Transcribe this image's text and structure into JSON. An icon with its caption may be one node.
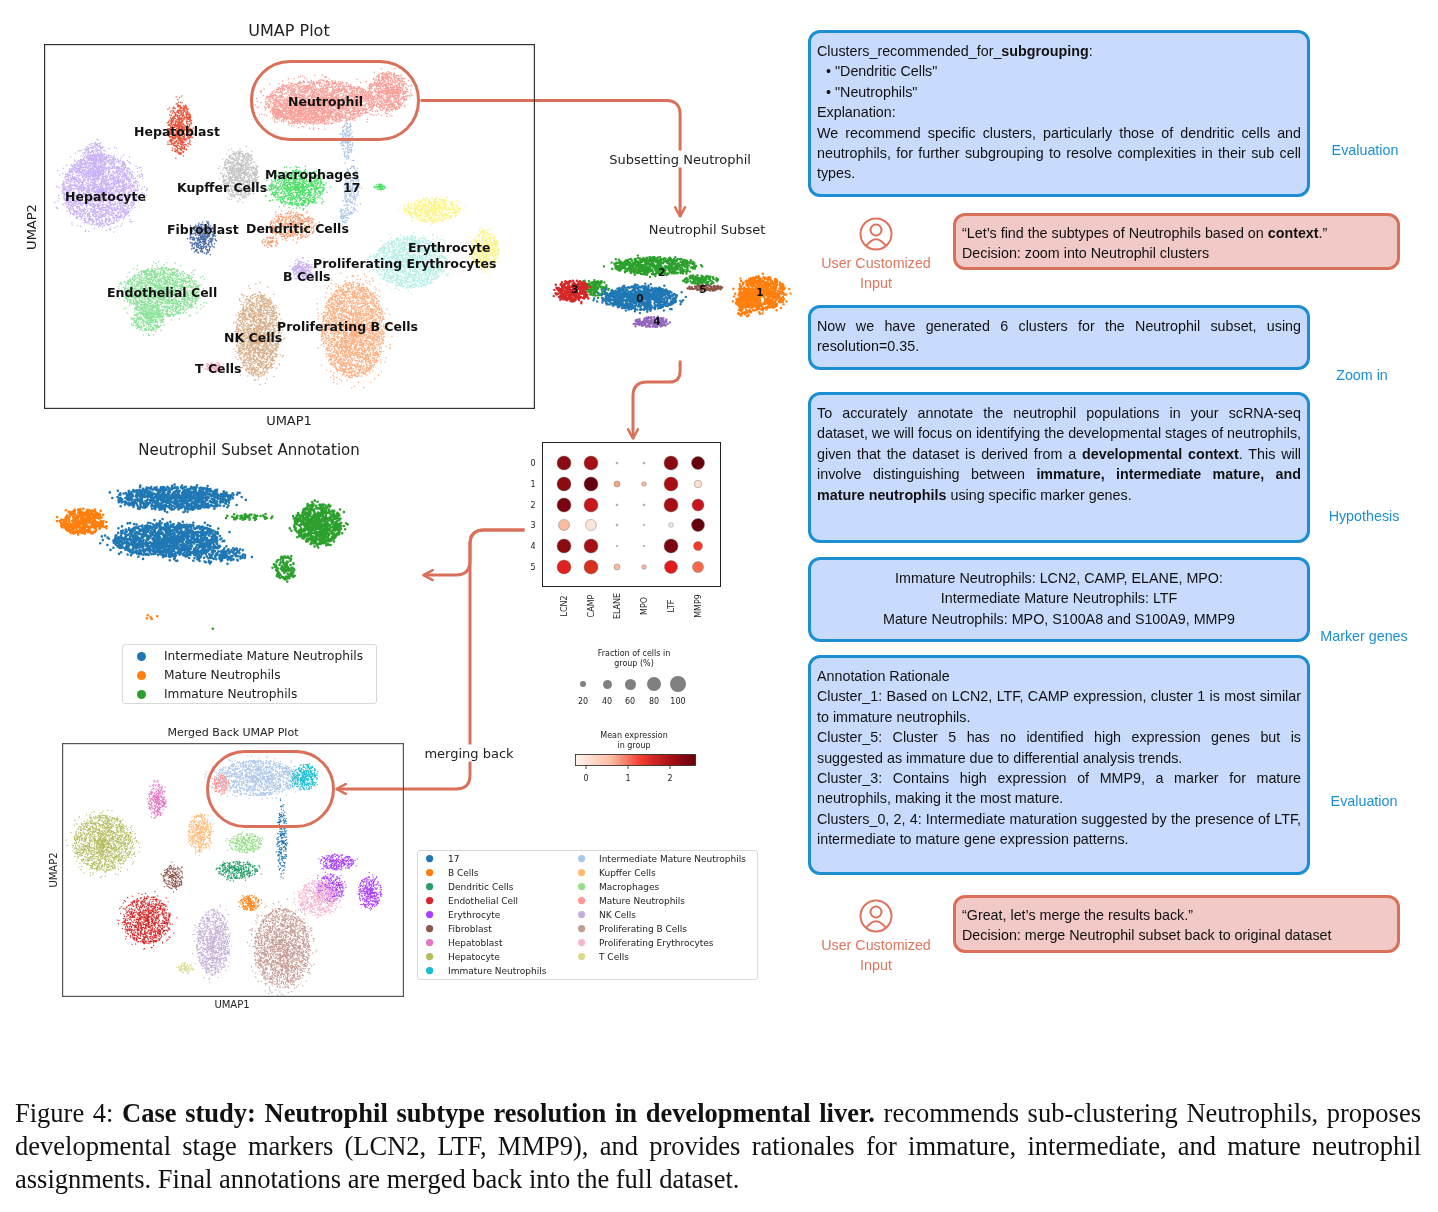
{
  "diagram": {
    "caption": "Figure 4: **Case study: Neutrophil subtype resolution in developmental liver.** recommends sub-clustering Neutrophils, proposes developmental stage markers (LCN2, LTF, MMP9), and provides rationales for immature, intermediate, and mature neutrophil assignments. Final annotations are merged back into the full dataset.",
    "nodes": [
      {
        "text": [
          "UMAP Plot"
        ]
      },
      {
        "text": [
          "Neutrophil"
        ],
        "in": 0
      },
      {
        "text": [
          "Neutrophil Subset"
        ]
      },
      {
        "text": [],
        "shape": "picture"
      },
      {
        "text": [
          "Neutrophil Subset Annotation"
        ]
      },
      {
        "text": [
          "Merged Back UMAP Plot"
        ]
      },
      {
        "text": [],
        "shape": "box",
        "in": 5
      },
      {
        "text": [
          "Clusters_recommended_for_**subgrouping**:",
          "• \"Dendritic Cells\"",
          "• \"Neutrophils\"",
          "Explanation:",
          "We recommend specific clusters, particularly those of dendritic cells and neutrophils, for further subgrouping to resolve complexities in their sub cell types."
        ],
        "beside": [
          "Evaluation"
        ]
      },
      {
        "text": [
          "“Let’s find the subtypes of Neutrophils based on **context**.”",
          "Decision: zoom into Neutrophil clusters"
        ],
        "beside": [
          "User Customized Input"
        ]
      },
      {
        "text": [
          "Now we have generated 6 clusters for the Neutrophil subset, using resolution=0.35."
        ],
        "beside": [
          "Zoom in"
        ]
      },
      {
        "text": [
          "To accurately annotate the neutrophil populations in your scRNA-seq dataset, we will focus on identifying the developmental stages of neutrophils, given that the dataset is derived from a **developmental context**. This will involve distinguishing between **immature, intermediate mature, and mature neutrophils** using specific marker genes."
        ],
        "beside": [
          "Hypothesis"
        ]
      },
      {
        "text": [
          "Immature Neutrophils: LCN2, CAMP, ELANE, MPO:",
          "Intermediate Mature Neutrophils: LTF",
          "Mature Neutrophils: MPO, S100A8 and S100A9, MMP9"
        ],
        "beside": [
          "Marker genes"
        ]
      },
      {
        "text": [
          "Annotation Rationale",
          "Cluster_1: Based on LCN2, LTF, CAMP expression, cluster 1 is most similar to immature neutrophils.",
          "Cluster_5: Cluster 5 has no identified high expression genes but is suggested as immature due to differential analysis trends.",
          "Cluster_3: Contains high expression of MMP9, a marker for mature neutrophils, making it the most mature.",
          "Clusters_0, 2, 4: Intermediate maturation suggested by the presence of LTF, intermediate to mature gene expression patterns."
        ],
        "beside": [
          "Evaluation"
        ]
      },
      {
        "text": [
          "“Great, let’s merge the results back.”",
          "Decision: merge Neutrophil subset back to original dataset"
        ],
        "beside": [
          "User Customized Input"
        ]
      }
    ],
    "edges": [
      {
        "from": 1,
        "to": 2,
        "arrow": "to",
        "label": "Subsetting Neutrophil"
      },
      {
        "from": 2,
        "to": 3,
        "arrow": "to"
      },
      {
        "from": 3,
        "to": 4,
        "arrow": "to"
      },
      {
        "from": 3,
        "to": 6,
        "arrow": "to",
        "label": "merging back"
      }
    ],
    "labels": [
      "Hepatoblast",
      "Macrophages",
      "Hepatocyte",
      "Kupffer Cells",
      "17",
      "Fibroblast",
      "Dendritic Cells",
      "Erythrocyte",
      "Proliferating Erythrocytes",
      "B Cells",
      "Endothelial Cell",
      "Proliferating B Cells",
      "NK Cells",
      "T Cells",
      "UMAP2",
      "UMAP1",
      "2",
      "3",
      "0",
      "5",
      "1",
      "4",
      "0",
      "1",
      "2",
      "3",
      "4",
      "5",
      "LCN2",
      "CAMP",
      "ELANE",
      "MPO",
      "LTF",
      "MMP9",
      "Fraction of cells in group (%)",
      "20",
      "40",
      "60",
      "80",
      "100",
      "Mean expression in group",
      "0",
      "1",
      "2",
      "UMAP2",
      "UMAP1"
    ],
    "legend": [
      {
        "text": "Intermediate Mature Neutrophils",
        "color": "#1f77b4"
      },
      {
        "text": "Mature Neutrophils",
        "color": "#ff7f0e"
      },
      {
        "text": "Immature Neutrophils",
        "color": "#2ca02c"
      },
      {
        "text": "17",
        "color": "#1f77b4"
      },
      {
        "text": "B Cells",
        "color": "#ff7f0e"
      },
      {
        "text": "Dendritic Cells",
        "color": "#279e68"
      },
      {
        "text": "Endothelial Cell",
        "color": "#d62728"
      },
      {
        "text": "Erythrocyte",
        "color": "#aa40fc"
      },
      {
        "text": "Fibroblast",
        "color": "#8c564b"
      },
      {
        "text": "Hepatoblast",
        "color": "#e377c2"
      },
      {
        "text": "Hepatocyte",
        "color": "#b5bd61"
      },
      {
        "text": "Immature Neutrophils",
        "color": "#17becf"
      },
      {
        "text": "Intermediate Mature Neutrophils",
        "color": "#aec7e8"
      },
      {
        "text": "Kupffer Cells",
        "color": "#ffbb78"
      },
      {
        "text": "Macrophages",
        "color": "#98df8a"
      },
      {
        "text": "Mature Neutrophils",
        "color": "#ff9896"
      },
      {
        "text": "NK Cells",
        "color": "#c5b0d5"
      },
      {
        "text": "Proliferating B Cells",
        "color": "#c49c94"
      },
      {
        "text": "Proliferating Erythrocytes",
        "color": "#f7b6d2"
      },
      {
        "text": "T Cells",
        "color": "#dbdb8d"
      }
    ]
  }
}
